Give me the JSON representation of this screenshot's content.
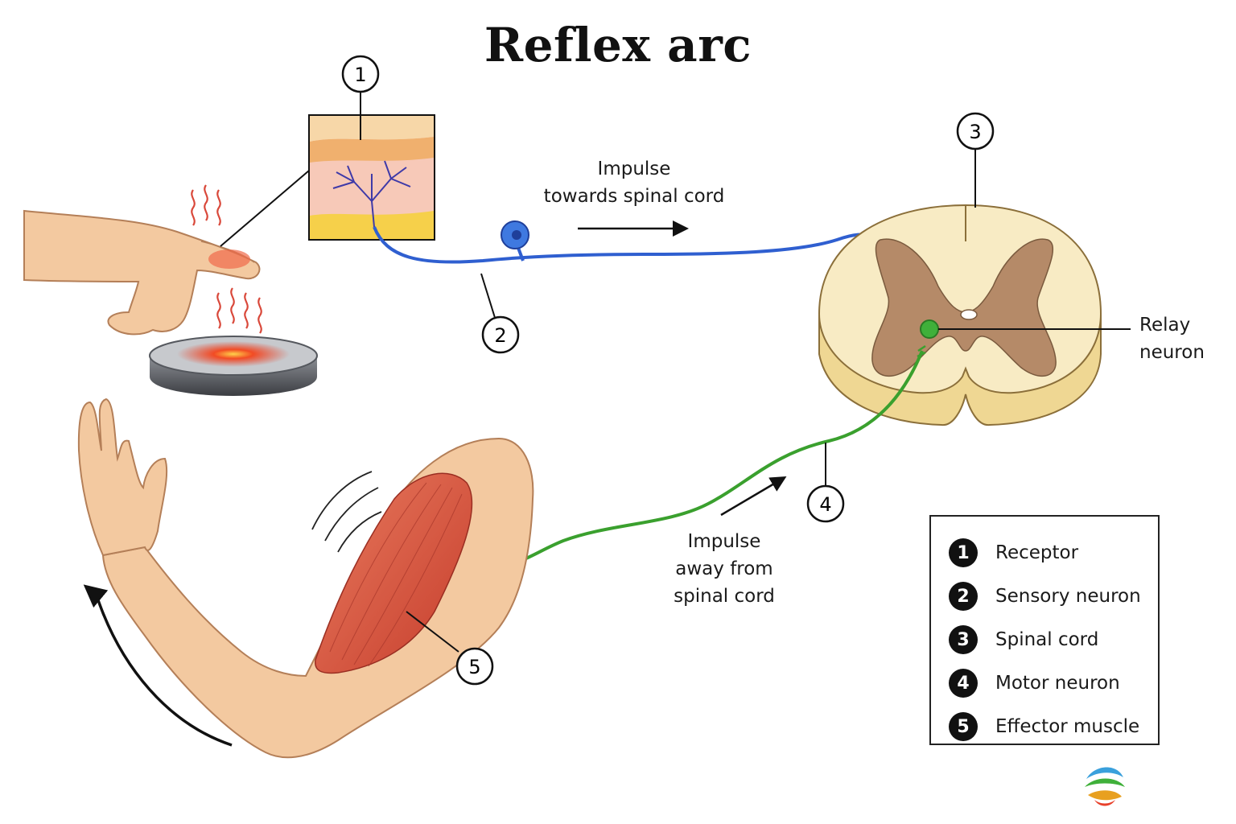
{
  "title": "Reflex arc",
  "markers": [
    "1",
    "2",
    "3",
    "4",
    "5"
  ],
  "captions": {
    "sensory_direction": [
      "Impulse",
      "towards spinal cord"
    ],
    "motor_direction": [
      "Impulse",
      "away from",
      "spinal cord"
    ],
    "relay": [
      "Relay",
      "neuron"
    ]
  },
  "legend": [
    {
      "num": "1",
      "label": "Receptor"
    },
    {
      "num": "2",
      "label": "Sensory neuron"
    },
    {
      "num": "3",
      "label": "Spinal cord"
    },
    {
      "num": "4",
      "label": "Motor neuron"
    },
    {
      "num": "5",
      "label": "Effector muscle"
    }
  ],
  "colors": {
    "sensory_neuron": "#2f5fd0",
    "motor_neuron": "#3aa02e",
    "heat": "#e8402a",
    "skin": "#f3c9a0",
    "grey_matter": "#b58a68",
    "white_matter": "#f5e6bd",
    "muscle": "#d9503c"
  },
  "icons": [
    "heat-wave-icon",
    "hot-plate-icon",
    "logo-icon"
  ]
}
